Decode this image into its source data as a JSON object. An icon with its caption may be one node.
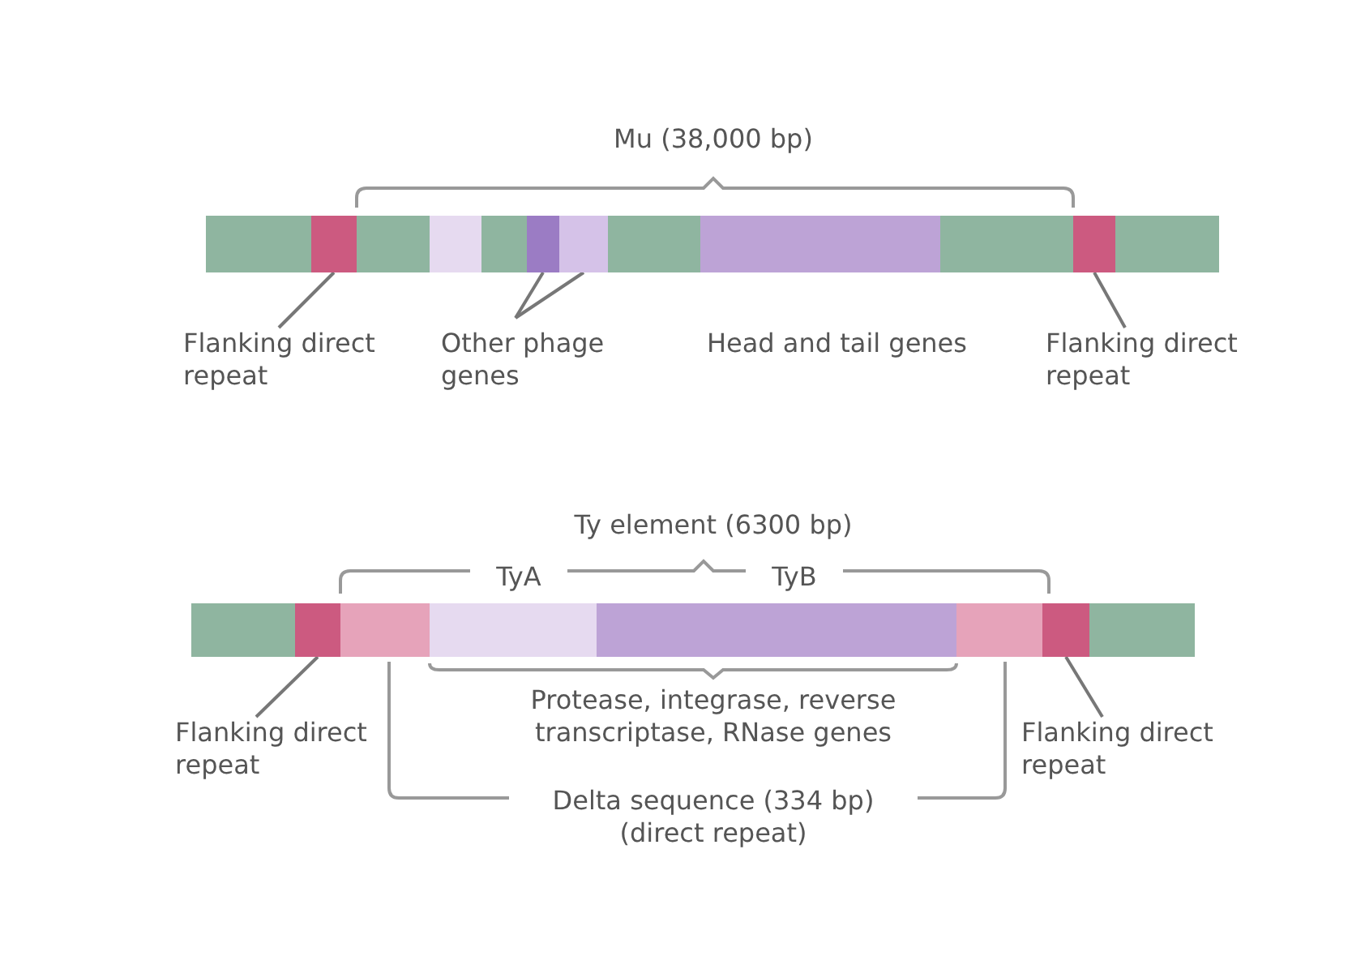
{
  "diagram": {
    "nodes": [
      {
        "text": [
          "Flanking direct repeat"
        ]
      },
      {
        "text": [],
        "shape": "box"
      },
      {
        "text": [
          "Other phage genes"
        ]
      },
      {
        "text": [],
        "shape": "box"
      },
      {
        "text": [],
        "shape": "box"
      },
      {
        "text": [
          "Flanking direct repeat"
        ]
      },
      {
        "text": [],
        "shape": "box"
      },
      {
        "text": [
          "Flanking direct repeat"
        ]
      },
      {
        "text": [],
        "shape": "box"
      },
      {
        "text": [
          "Flanking direct repeat"
        ]
      },
      {
        "text": [],
        "shape": "box"
      }
    ],
    "edges": [
      {
        "from": 0,
        "to": 1,
        "arrow": "none"
      },
      {
        "from": 2,
        "to": 3,
        "arrow": "none"
      },
      {
        "from": 2,
        "to": 4,
        "arrow": "none"
      },
      {
        "from": 5,
        "to": 6,
        "arrow": "none"
      },
      {
        "from": 7,
        "to": 8,
        "arrow": "none"
      },
      {
        "from": 9,
        "to": 10,
        "arrow": "none"
      }
    ],
    "labels": [
      "Mu (38,000 bp)",
      "Head and tail genes",
      "Ty element (6300 bp)",
      "TyA",
      "TyB",
      "Protease, integrase, reverse transcriptase, RNase genes",
      "Delta sequence (334 bp) (direct repeat)"
    ]
  }
}
